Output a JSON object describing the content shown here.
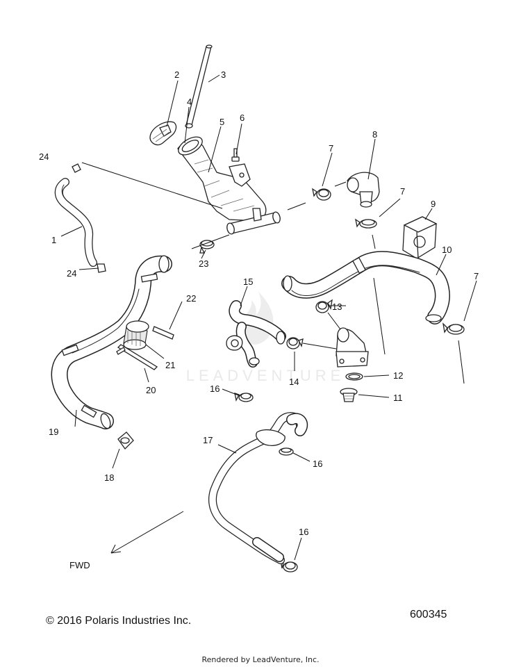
{
  "callouts": {
    "c1": "1",
    "c2": "2",
    "c3": "3",
    "c4": "4",
    "c5": "5",
    "c6": "6",
    "c7a": "7",
    "c7b": "7",
    "c7c": "7",
    "c8": "8",
    "c9": "9",
    "c10": "10",
    "c11": "11",
    "c12": "12",
    "c13": "13",
    "c14": "14",
    "c15": "15",
    "c16a": "16",
    "c16b": "16",
    "c16c": "16",
    "c17": "17",
    "c18": "18",
    "c19": "19",
    "c20": "20",
    "c21": "21",
    "c22": "22",
    "c23": "23",
    "c24a": "24",
    "c24b": "24"
  },
  "fwd_label": "FWD",
  "watermark": "LEADVENTURE",
  "copyright": "© 2016 Polaris Industries Inc.",
  "diagram_number": "600345",
  "rendered_by": "Rendered by LeadVenture, Inc."
}
